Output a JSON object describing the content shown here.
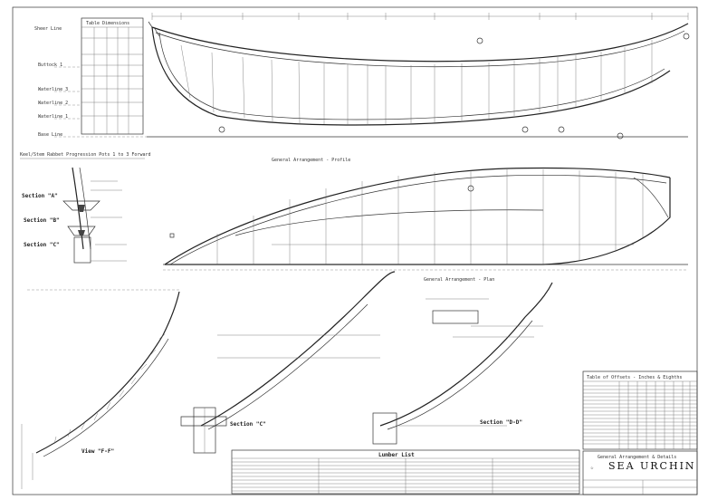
{
  "offsets_table": {
    "title": "Table Dimensions",
    "rows": [
      "Sheer Line",
      "Buttock 1",
      "Waterline 3",
      "Waterline 2",
      "Waterline 1",
      "Base Line"
    ]
  },
  "profile": {
    "label": "General Arrangement - Profile",
    "frame_count": 22
  },
  "keel_detail": {
    "label": "Keel/Stem Rabbet Progression Pots 1 to 3 Forward",
    "sections": [
      "Section \"A\"",
      "Section \"B\"",
      "Section \"C\""
    ]
  },
  "plan": {
    "label": "General Arrangement - Plan"
  },
  "views": {
    "view_ff": "View \"F-F\"",
    "section_cc": "Section \"C\"",
    "section_dd": "Section \"D-D\""
  },
  "lumber_list": {
    "title": "Lumber List",
    "rows": 10
  },
  "fittings_table": {
    "title": "Table of Offsets - Inches & Eighths",
    "rows": 18
  },
  "title_block": {
    "subtitle": "General Arrangement & Details",
    "name": "SEA URCHIN"
  }
}
